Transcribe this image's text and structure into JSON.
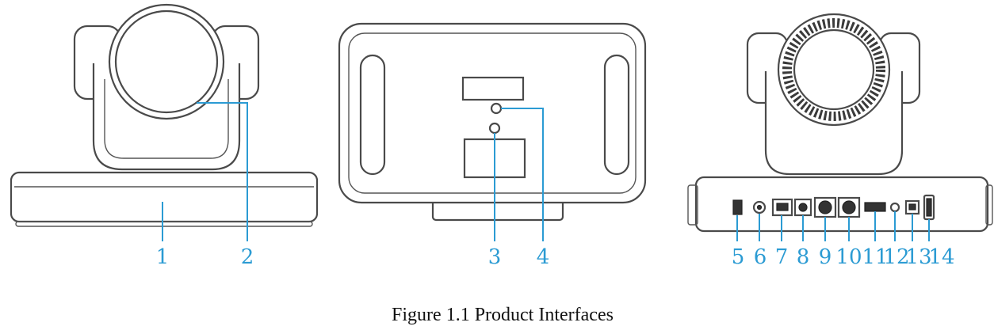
{
  "figure": {
    "caption": "Figure 1.1 Product Interfaces",
    "accent_color": "#2b9bd3",
    "views": [
      {
        "name": "front-view",
        "callouts": [
          "1",
          "2"
        ]
      },
      {
        "name": "bottom-view",
        "callouts": [
          "3",
          "4"
        ]
      },
      {
        "name": "rear-view",
        "callouts": [
          "5",
          "6",
          "7",
          "8",
          "9",
          "10",
          "11",
          "12",
          "13",
          "14"
        ]
      }
    ]
  }
}
